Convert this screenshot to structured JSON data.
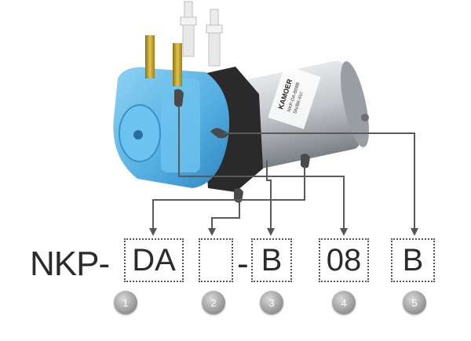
{
  "model_code": {
    "prefix": "NKP-",
    "separator": "-",
    "segments": [
      {
        "index": "1",
        "value": "DA"
      },
      {
        "index": "2",
        "value": ""
      },
      {
        "index": "3",
        "value": "B"
      },
      {
        "index": "4",
        "value": "08"
      },
      {
        "index": "5",
        "value": "B"
      }
    ]
  },
  "motor_label": {
    "brand": "KAMOER",
    "line1": "NKP-DA-B08B",
    "line2": "SN/BK-6V/"
  },
  "colors": {
    "pump_head": "#5fb8e8",
    "tube": "#c9a82a",
    "motor": "#b9bdc2",
    "arrow": "#5a5a5a"
  }
}
